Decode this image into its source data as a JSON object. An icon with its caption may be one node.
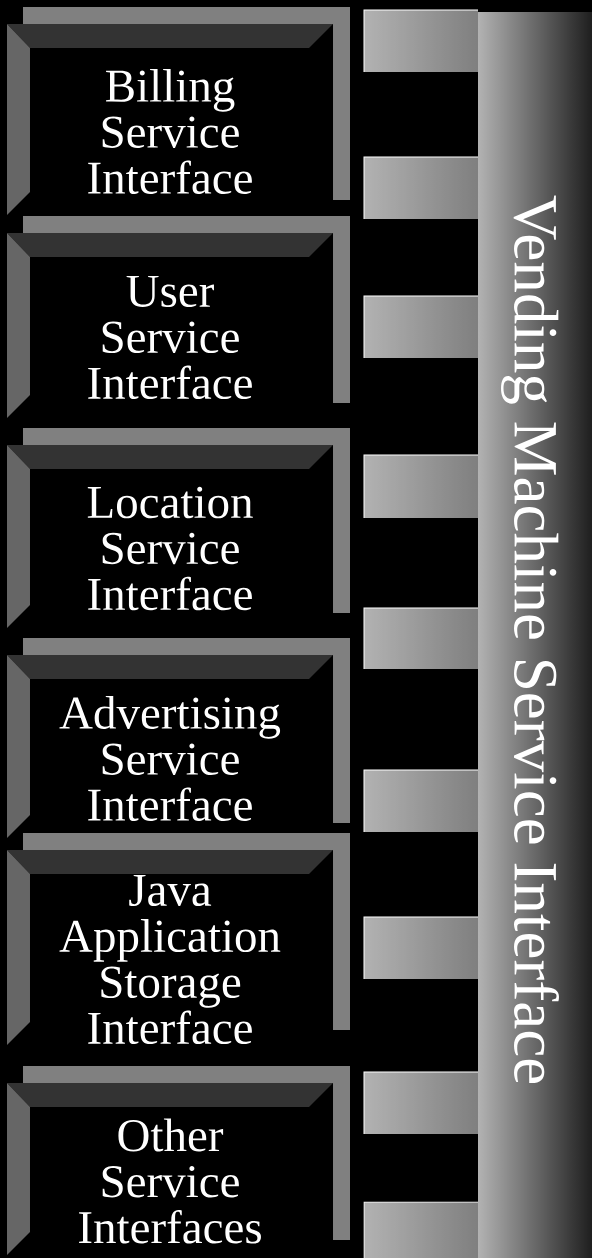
{
  "diagram": {
    "nodes": [
      {
        "text": [
          "Billing Service Interface"
        ]
      },
      {
        "text": [
          "User Service Interface"
        ]
      },
      {
        "text": [
          "Location Service Interface"
        ]
      },
      {
        "text": [
          "Advertising Service Interface"
        ]
      },
      {
        "text": [
          "Java Application Storage Interface"
        ]
      },
      {
        "text": [
          "Other Service Interfaces"
        ]
      },
      {
        "text": [
          "Vending Machine Service Interface"
        ]
      }
    ]
  }
}
